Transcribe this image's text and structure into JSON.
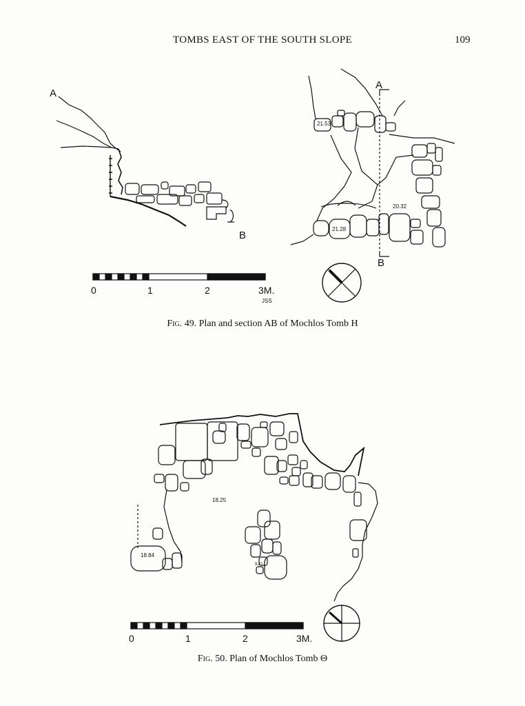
{
  "header": {
    "title": "TOMBS EAST OF THE SOUTH SLOPE",
    "page_number": "109"
  },
  "fig49": {
    "caption_prefix": "Fig. 49.",
    "caption_text": " Plan and section AB of Mochlos Tomb H",
    "section_label_a": "A",
    "section_label_b": "B",
    "plan_label_a": "A",
    "plan_label_b": "B",
    "elevations": [
      "21.53",
      "20.32",
      "21.28"
    ],
    "scale": {
      "ticks": [
        "0",
        "1",
        "2",
        "3M."
      ],
      "initials": "JSS"
    }
  },
  "fig50": {
    "caption_prefix": "Fig. 50.",
    "caption_text": " Plan of Mochlos Tomb Θ",
    "elevations": [
      "18.25",
      "18.84",
      "9.21"
    ],
    "scale": {
      "ticks": [
        "0",
        "1",
        "2",
        "3M."
      ]
    }
  }
}
